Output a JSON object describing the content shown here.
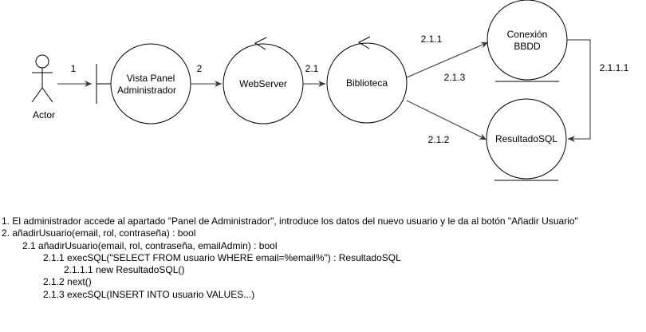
{
  "diagram": {
    "actor": {
      "label": "Actor"
    },
    "objects": {
      "vista": {
        "line1": "Vista Panel",
        "line2": "Administrador"
      },
      "webserver": {
        "label": "WebServer"
      },
      "biblioteca": {
        "label": "Biblioteca"
      },
      "conexion": {
        "line1": "Conexión",
        "line2": "BBDD"
      },
      "resultado": {
        "label": "ResultadoSQL"
      }
    },
    "messages": {
      "m1": "1",
      "m2": "2",
      "m21": "2.1",
      "m211": "2.1.1",
      "m213": "2.1.3",
      "m212": "2.1.2",
      "m2111": "2.1.1.1"
    },
    "colors": {
      "stroke": "#000000",
      "arrow": "#333333"
    }
  },
  "notes": [
    "1. El administrador accede al apartado \"Panel de Administrador\", introduce los datos del nuevo usuario y le da al botón \"Añadir Usuario\"",
    "2. añadirUsuario(email, rol, contraseña) : bool",
    "2.1 añadirUsuario(email, rol, contraseña, emailAdmin) : bool",
    "2.1.1 execSQL(\"SELECT FROM usuario WHERE email=%email%\") : ResultadoSQL",
    "2.1.1.1 new ResultadoSQL()",
    "2.1.2 next()",
    "2.1.3 execSQL(INSERT INTO usuario VALUES...)"
  ]
}
